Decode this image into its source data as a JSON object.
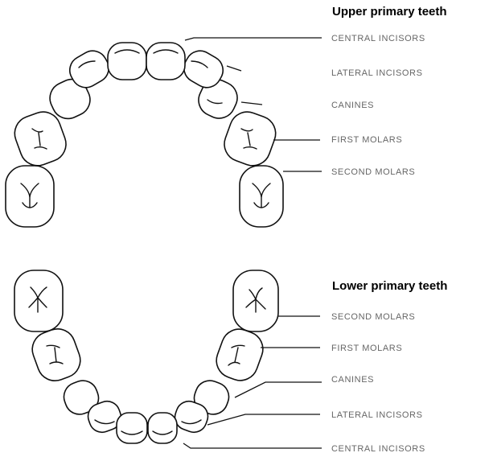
{
  "upper": {
    "title": "Upper primary teeth",
    "labels": [
      "CENTRAL INCISORS",
      "LATERAL INCISORS",
      "CANINES",
      "FIRST MOLARS",
      "SECOND MOLARS"
    ]
  },
  "lower": {
    "title": "Lower primary teeth",
    "labels": [
      "SECOND MOLARS",
      "FIRST MOLARS",
      "CANINES",
      "LATERAL INCISORS",
      "CENTRAL INCISORS"
    ]
  }
}
